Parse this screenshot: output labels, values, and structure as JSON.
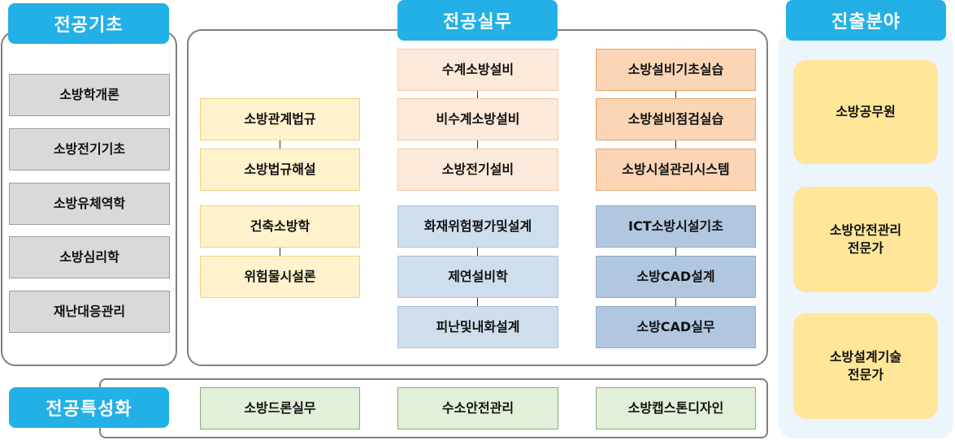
{
  "headers": {
    "foundation": "전공기초",
    "practice": "전공실무",
    "career": "진출분야",
    "specialization": "전공특성화"
  },
  "foundation_courses": [
    "소방학개론",
    "소방전기기초",
    "소방유체역학",
    "소방심리학",
    "재난대응관리"
  ],
  "practice_col1": [
    "소방관계법규",
    "소방법규해설",
    "건축소방학",
    "위험물시설론"
  ],
  "practice_col2": [
    "수계소방설비",
    "비수계소방설비",
    "소방전기설비",
    "화재위험평가및설계",
    "제연설비학",
    "피난및내화설계"
  ],
  "practice_col3": [
    "소방설비기초실습",
    "소방설비점검실습",
    "소방시설관리시스템",
    "ICT소방시설기초",
    "소방CAD설계",
    "소방CAD실무"
  ],
  "specialization_courses": [
    "소방드론실무",
    "수소안전관리",
    "소방캡스톤디자인"
  ],
  "career_fields": [
    "소방공무원",
    "소방안전관리\n전문가",
    "소방설계기술\n전문가"
  ],
  "colors": {
    "header": "#22b0e6",
    "foundation_box": "#d9d9d9",
    "law_box": "#fff2cc",
    "facility_box": "#fde9d9",
    "practice_box": "#fbd5b5",
    "design_box": "#cfdeed",
    "cad_box": "#b1c7e0",
    "special_box": "#e2efd9",
    "career_box": "#ffe699"
  }
}
